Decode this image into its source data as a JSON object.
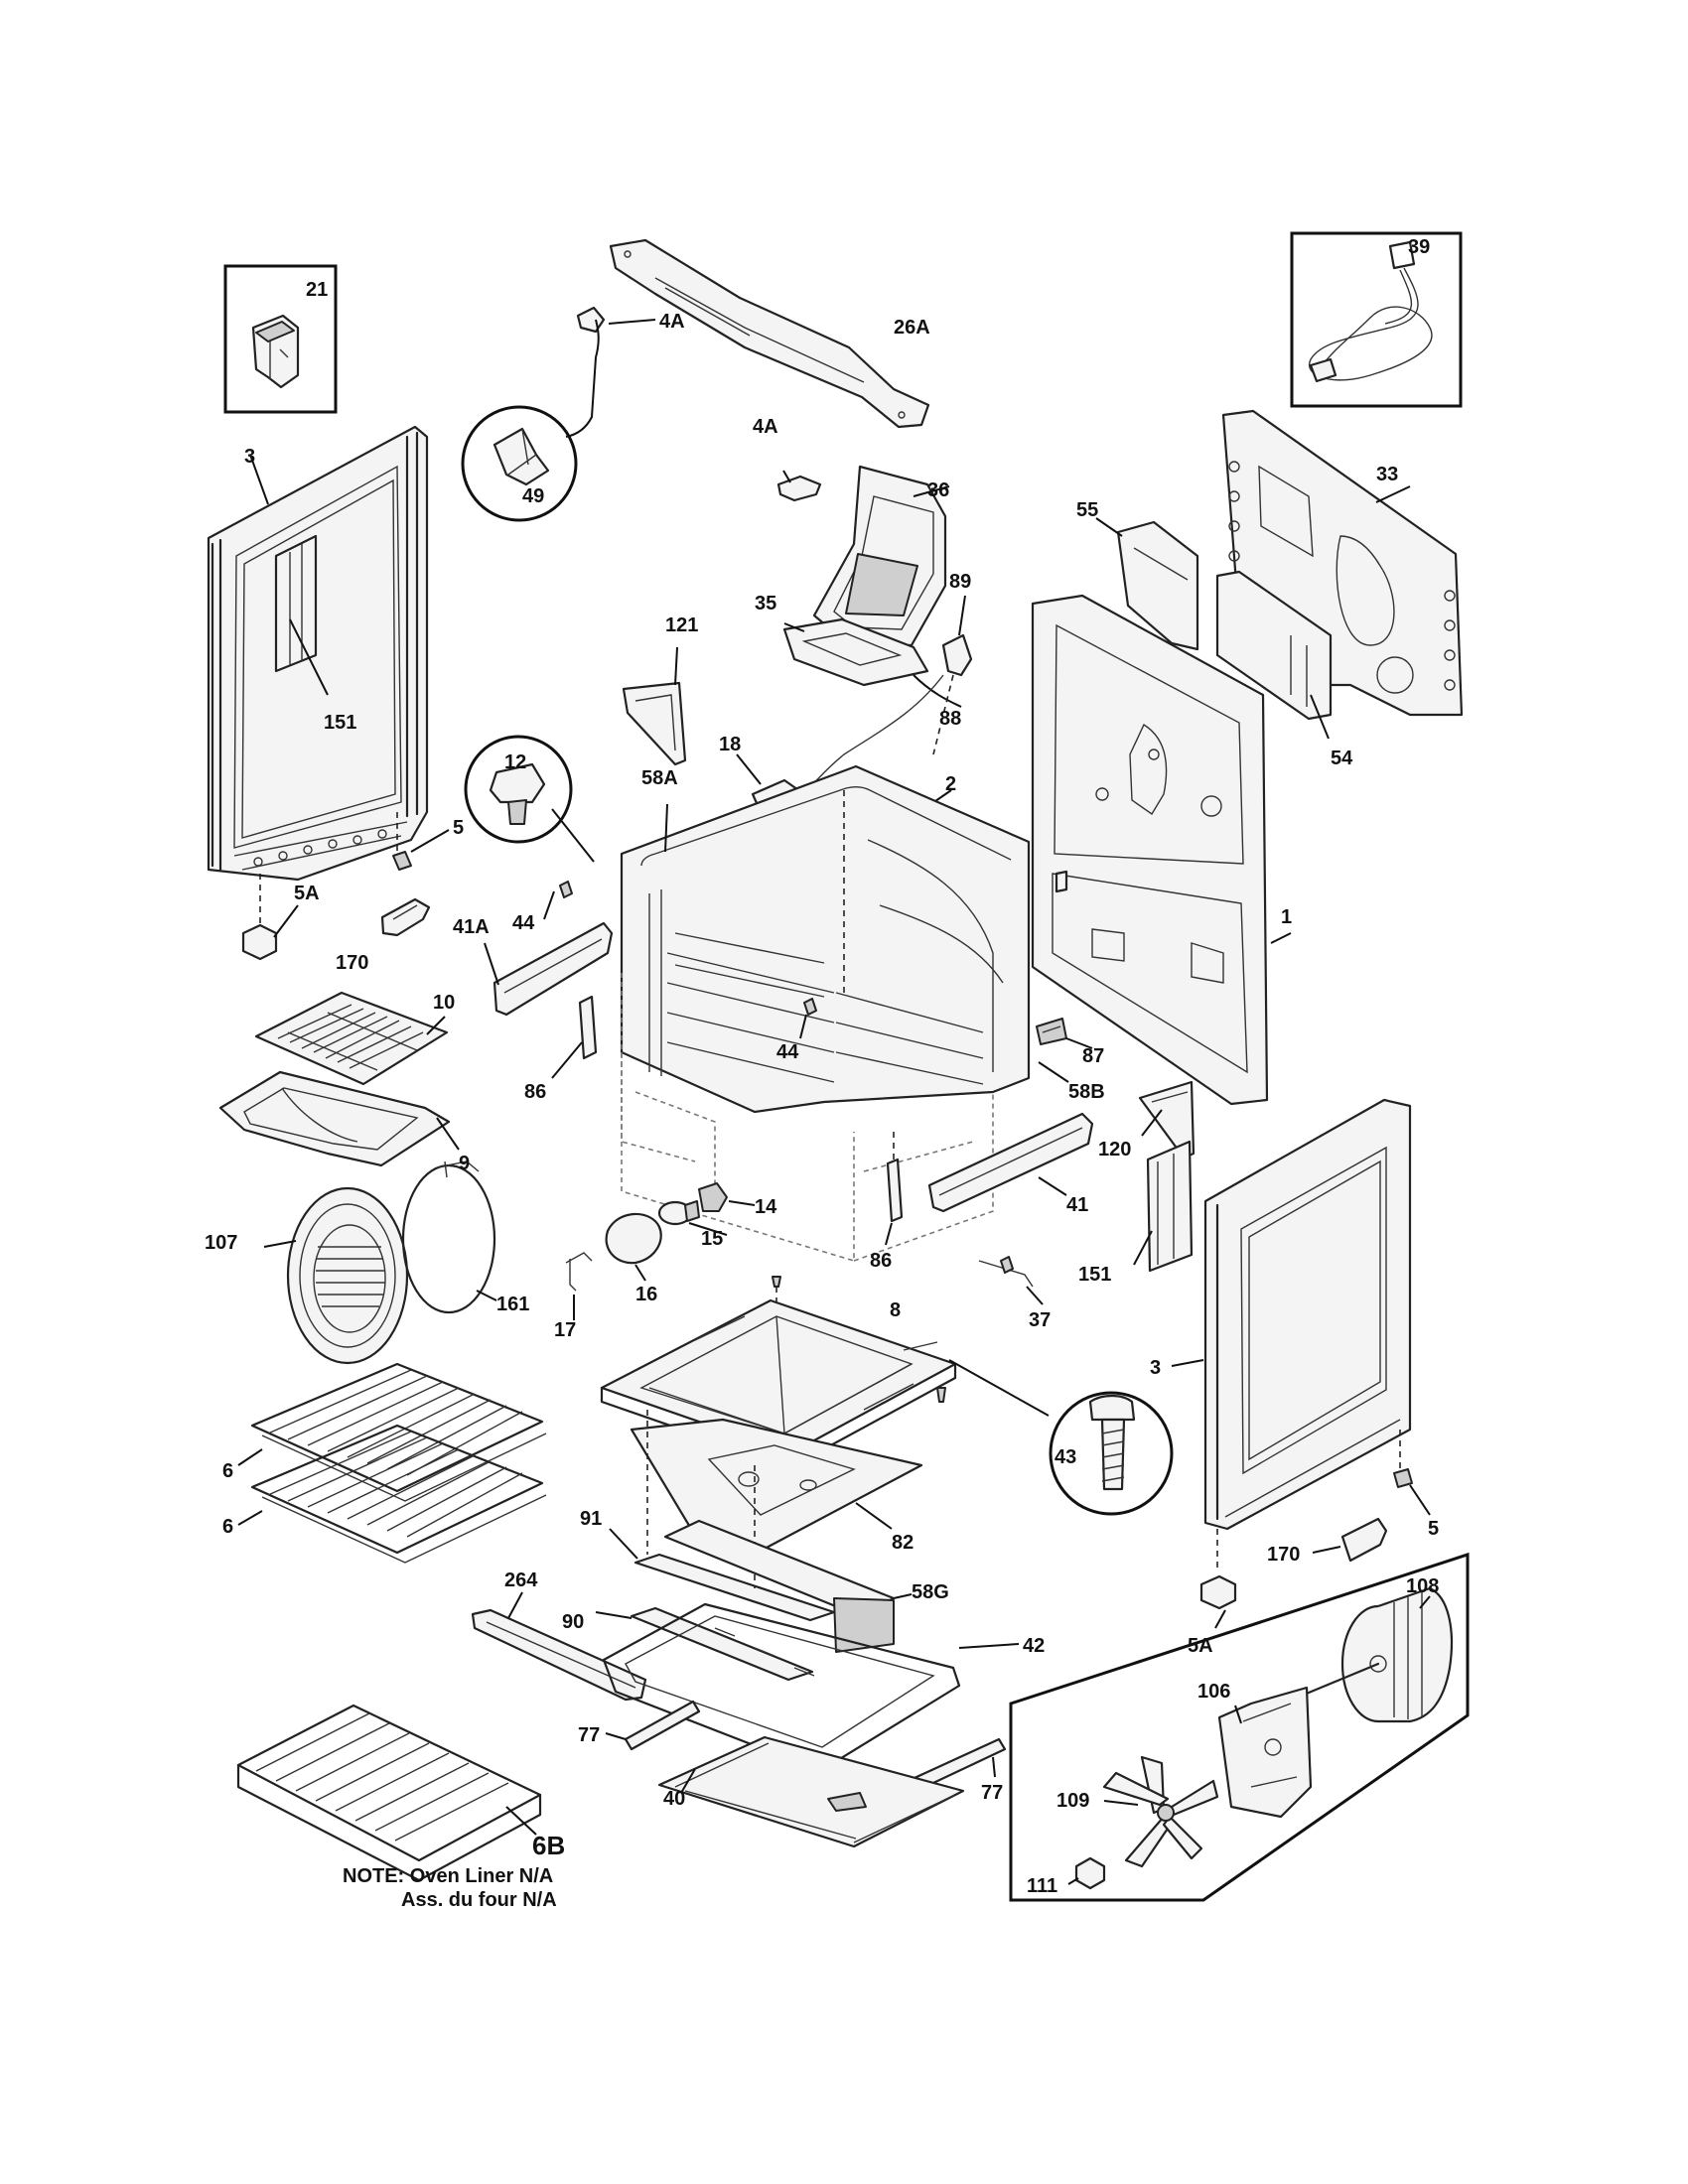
{
  "diagram": {
    "labels": {
      "l_21": "21",
      "l_39": "39",
      "l_26A": "26A",
      "l_4A_top": "4A",
      "l_4A_mid": "4A",
      "l_49": "49",
      "l_3_left": "3",
      "l_151_left": "151",
      "l_36": "36",
      "l_33": "33",
      "l_55": "55",
      "l_35": "35",
      "l_89": "89",
      "l_88": "88",
      "l_121": "121",
      "l_54": "54",
      "l_12": "12",
      "l_58A": "58A",
      "l_18": "18",
      "l_2": "2",
      "l_5_left": "5",
      "l_5A_left": "5A",
      "l_44_left": "44",
      "l_41A": "41A",
      "l_170_left": "170",
      "l_1": "1",
      "l_10": "10",
      "l_87": "87",
      "l_44_right": "44",
      "l_86_left": "86",
      "l_58B": "58B",
      "l_9": "9",
      "l_120": "120",
      "l_107": "107",
      "l_14": "14",
      "l_41": "41",
      "l_15": "15",
      "l_86_right": "86",
      "l_151_right": "151",
      "l_161": "161",
      "l_16": "16",
      "l_37": "37",
      "l_17": "17",
      "l_8": "8",
      "l_3_right": "3",
      "l_43": "43",
      "l_6_top": "6",
      "l_6_bottom": "6",
      "l_91": "91",
      "l_82": "82",
      "l_5_right": "5",
      "l_170_right": "170",
      "l_264": "264",
      "l_58G": "58G",
      "l_108": "108",
      "l_90": "90",
      "l_42": "42",
      "l_5A_right": "5A",
      "l_106": "106",
      "l_77_left": "77",
      "l_77_right": "77",
      "l_40": "40",
      "l_109": "109",
      "l_6B": "6B",
      "l_111": "111"
    },
    "note": {
      "line1": "NOTE: Oven Liner N/A",
      "line2": "Ass. du four N/A"
    }
  }
}
